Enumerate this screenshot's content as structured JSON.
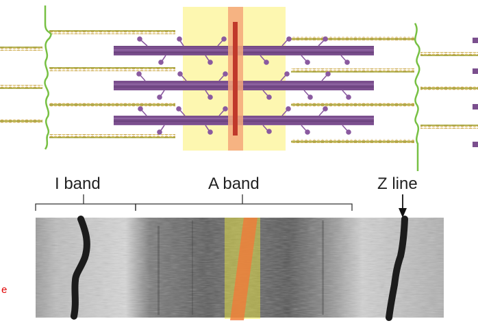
{
  "labels": {
    "i_band": "I band",
    "a_band": "A band",
    "z_line": "Z line",
    "edge_fragment": "e"
  },
  "colors": {
    "z_disc": "#77c043",
    "thin_filament": "#c9a64a",
    "thick_filament": "#7b4f8e",
    "myosin_head": "#8a5aa0",
    "h_zone_highlight": "#fdf7b0",
    "m_line_highlight": "#f5a77a",
    "m_line_core": "#c0392b",
    "label_text": "#222222",
    "edge_text": "#e00000"
  },
  "icons": {
    "z_line_marker": "arrow-down-icon"
  }
}
